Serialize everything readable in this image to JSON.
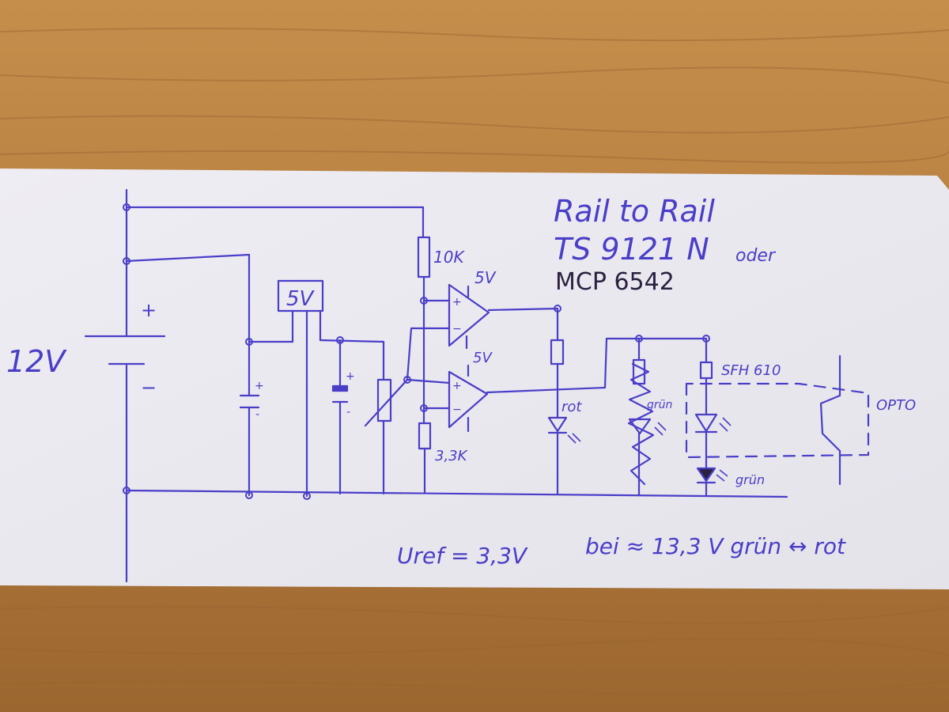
{
  "colors": {
    "ink": "#4a3ec8",
    "ink_dark": "#2a2040",
    "paper": "#f2f1f6",
    "wood": "#b07a3c",
    "wood_light": "#c58d4a",
    "wood_dark": "#8f5c28"
  },
  "labels": {
    "battery_voltage": "12V",
    "battery_plus": "+",
    "battery_minus": "−",
    "regulator": "5V",
    "cap_plus": "+",
    "cap_minus": "-",
    "r_top": "10K",
    "r_bottom": "3,3K",
    "opamp1_supply": "5V",
    "opamp2_supply": "5V",
    "opamp_plus": "+",
    "opamp_minus": "−",
    "led_red": "rot",
    "led_green_crossed": "grün",
    "opto_part": "SFH 610",
    "led_green": "grün",
    "opto": "OPTO",
    "uref": "Uref = 3,3V",
    "threshold": "bei ≈ 13,3 V  grün ↔ rot"
  },
  "notes": {
    "line1": "Rail to Rail",
    "line2": "TS 9121 N",
    "line2_suffix": "oder",
    "line3": "MCP 6542"
  }
}
